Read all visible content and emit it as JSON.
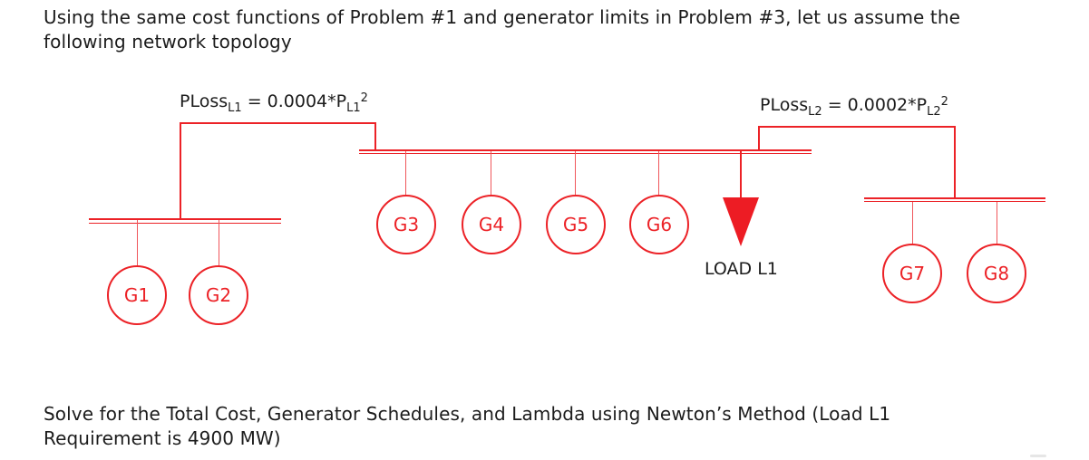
{
  "page": {
    "top_paragraph": {
      "line1": "Using the same cost functions of Problem #1 and generator limits in Problem #3, let us assume the",
      "line2": "following network topology"
    },
    "bottom_paragraph": {
      "line1": "Solve for the Total Cost, Generator Schedules, and Lambda using Newton’s Method (Load L1",
      "line2": "Requirement is 4900 MW)"
    }
  },
  "diagram": {
    "loss_label_1": {
      "name": "PLoss",
      "sub1": "L1",
      "eq": " = 0.0004*P",
      "sub2": "L1",
      "sup": "2"
    },
    "loss_label_2": {
      "name": "PLoss",
      "sub1": "L2",
      "eq": " = 0.0002*P",
      "sub2": "L2",
      "sup": "2"
    },
    "generators": [
      {
        "label": "G1"
      },
      {
        "label": "G2"
      },
      {
        "label": "G3"
      },
      {
        "label": "G4"
      },
      {
        "label": "G5"
      },
      {
        "label": "G6"
      },
      {
        "label": "G7"
      },
      {
        "label": "G8"
      }
    ],
    "load": {
      "label": "LOAD L1"
    },
    "colors": {
      "line_red": "#ec2227",
      "arrow_red": "#ed1c24",
      "text_black": "#1c1c1c"
    }
  }
}
